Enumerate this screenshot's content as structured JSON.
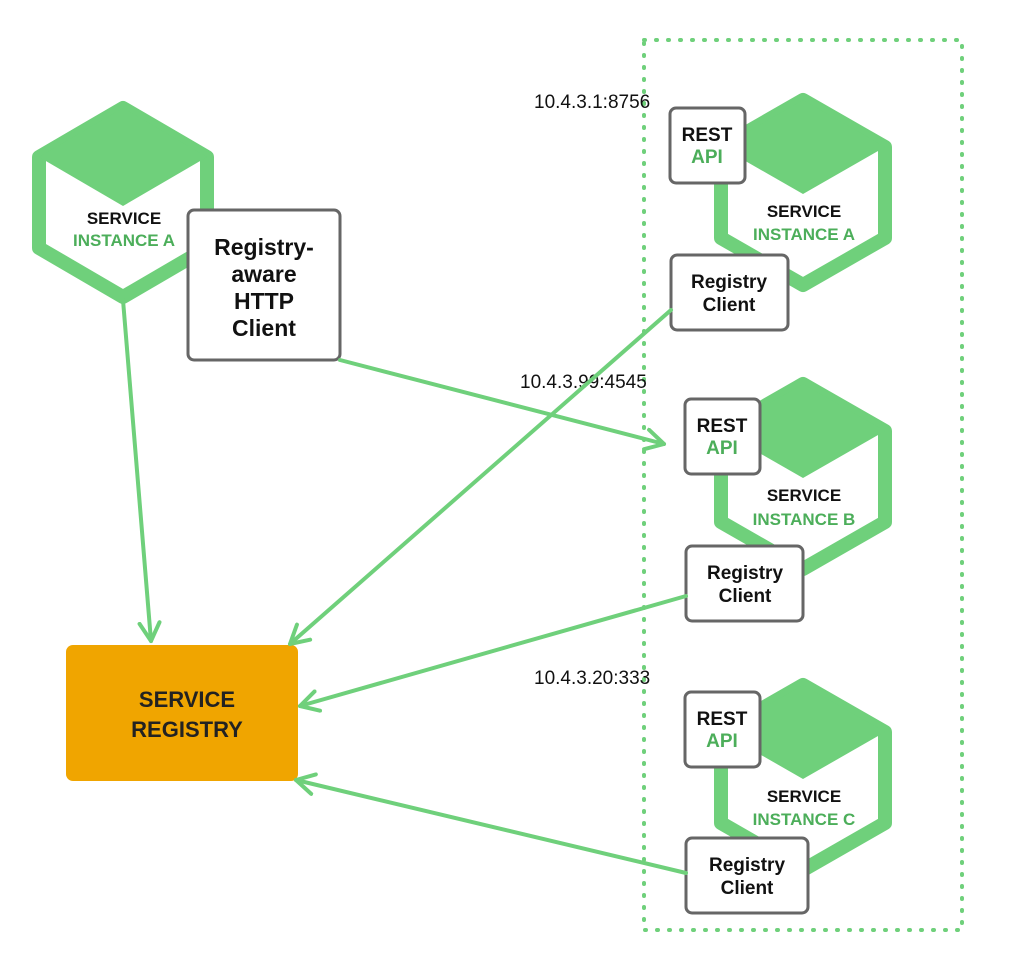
{
  "colors": {
    "green": "#6fd07b",
    "green_text": "#4cae5a",
    "registry_fill": "#f0a500",
    "box_stroke": "#666666",
    "text": "#111111"
  },
  "client_service": {
    "name_line1": "SERVICE",
    "name_line2": "INSTANCE A",
    "http_client": [
      "Registry-",
      "aware",
      "HTTP",
      "Client"
    ]
  },
  "service_registry": {
    "line1": "SERVICE",
    "line2": "REGISTRY"
  },
  "instances": [
    {
      "address": "10.4.3.1:8756",
      "rest_line1": "REST",
      "rest_line2": "API",
      "name_line1": "SERVICE",
      "name_line2": "INSTANCE A",
      "registry_client": [
        "Registry",
        "Client"
      ]
    },
    {
      "address": "10.4.3.99:4545",
      "rest_line1": "REST",
      "rest_line2": "API",
      "name_line1": "SERVICE",
      "name_line2": "INSTANCE B",
      "registry_client": [
        "Registry",
        "Client"
      ]
    },
    {
      "address": "10.4.3.20:333",
      "rest_line1": "REST",
      "rest_line2": "API",
      "name_line1": "SERVICE",
      "name_line2": "INSTANCE C",
      "registry_client": [
        "Registry",
        "Client"
      ]
    }
  ]
}
